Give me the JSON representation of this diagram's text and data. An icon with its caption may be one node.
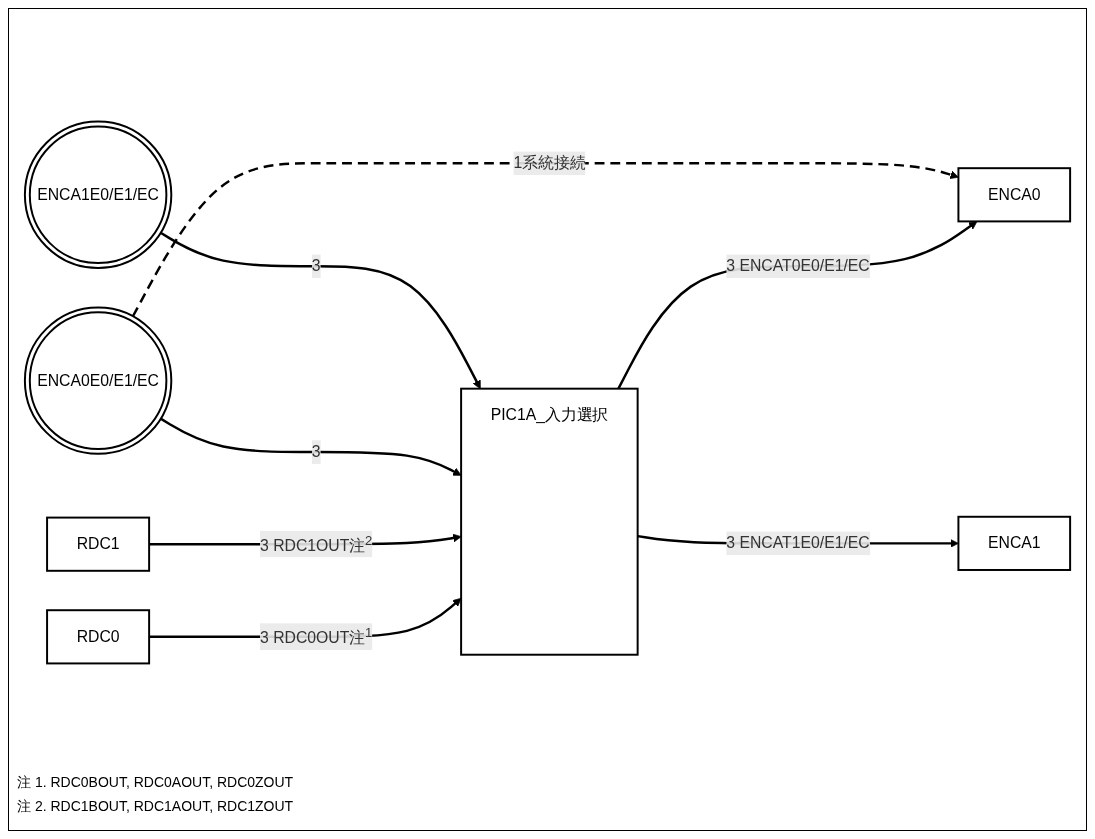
{
  "diagram": {
    "nodes": [
      {
        "text": [
          "RDC0"
        ]
      },
      {
        "text": [
          "PIC1A_入力選択"
        ]
      },
      {
        "text": [
          "ENCA0"
        ]
      },
      {
        "text": [
          "RDC1"
        ]
      },
      {
        "text": [
          "ENCA1"
        ]
      },
      {
        "text": [
          "ENCA0E0/E1/EC"
        ]
      },
      {
        "text": [
          "ENCA1E0/E1/EC"
        ]
      }
    ],
    "edges": [
      {
        "from": 0,
        "to": 1,
        "arrow": "to",
        "label": "3 RDC0OUT注$^{1}$"
      },
      {
        "from": 3,
        "to": 1,
        "arrow": "to",
        "label": "3 RDC1OUT注$^{2}$"
      },
      {
        "from": 5,
        "to": 1,
        "arrow": "to",
        "label": "3"
      },
      {
        "from": 6,
        "to": 1,
        "arrow": "to",
        "label": "3"
      },
      {
        "from": 1,
        "to": 2,
        "arrow": "to",
        "label": "3 ENCAT0E0/E1/EC"
      },
      {
        "from": 1,
        "to": 4,
        "arrow": "to",
        "label": "3 ENCAT1E0/E1/EC"
      },
      {
        "from": 5,
        "to": 2,
        "arrow": "to",
        "label": "1系統接続",
        "style": "dashed"
      }
    ],
    "labels": [
      "注 1. RDC0BOUT, RDC0AOUT, RDC0ZOUT",
      "注 2. RDC1BOUT, RDC1AOUT, RDC1ZOUT"
    ]
  }
}
